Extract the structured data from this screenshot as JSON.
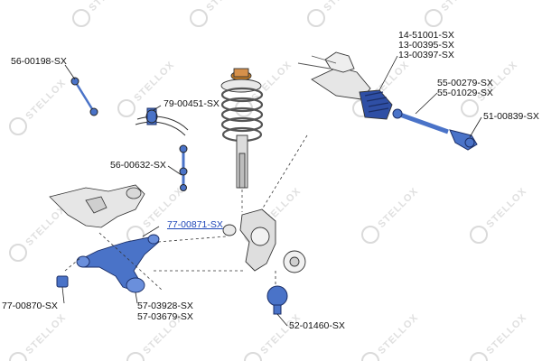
{
  "watermark": {
    "text": "STELLOX"
  },
  "colors": {
    "blue_part": "#4a73c8",
    "highlight": "#1d46b8",
    "line": "#1a1a1a"
  },
  "labels": {
    "steering_rack_parts": [
      "14-51001-SX",
      "13-00395-SX",
      "13-00397-SX"
    ],
    "tie_rod_parts": [
      "55-00279-SX",
      "55-01029-SX"
    ],
    "tie_rod_end": "51-00839-SX",
    "stabilizer_link_left": "56-00198-SX",
    "stabilizer_bush": "79-00451-SX",
    "stabilizer_link_right": "56-00632-SX",
    "control_arm_mount": "77-00871-SX",
    "control_arm_bush": "77-00870-SX",
    "control_arm_parts": [
      "57-03928-SX",
      "57-03679-SX"
    ],
    "ball_joint": "52-01460-SX"
  }
}
